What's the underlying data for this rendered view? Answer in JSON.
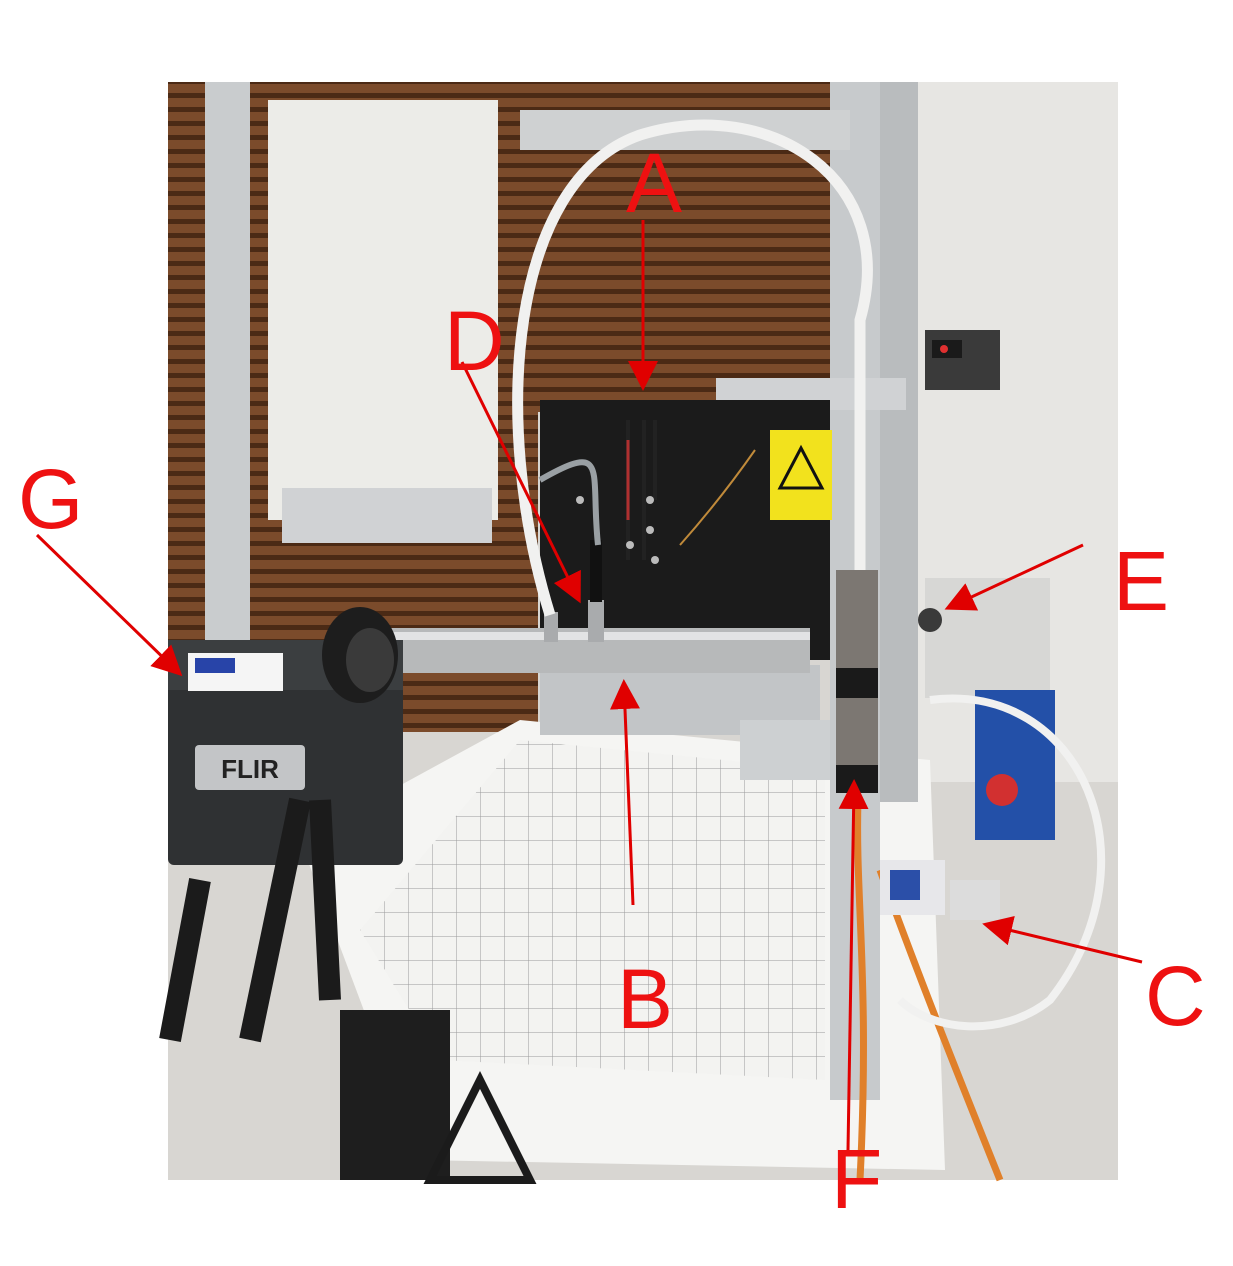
{
  "labels": {
    "a": "A",
    "b": "B",
    "c": "C",
    "d": "D",
    "e": "E",
    "f": "F",
    "g": "G"
  },
  "camera": {
    "brand": "FLIR"
  },
  "colors": {
    "annotation": "#ee1111",
    "panel": "#1b1b1b",
    "frame": "#c9ccce",
    "wood": "#7a4a2a",
    "cable_orange": "#e0802a",
    "warning_sign": "#f2e21d"
  }
}
